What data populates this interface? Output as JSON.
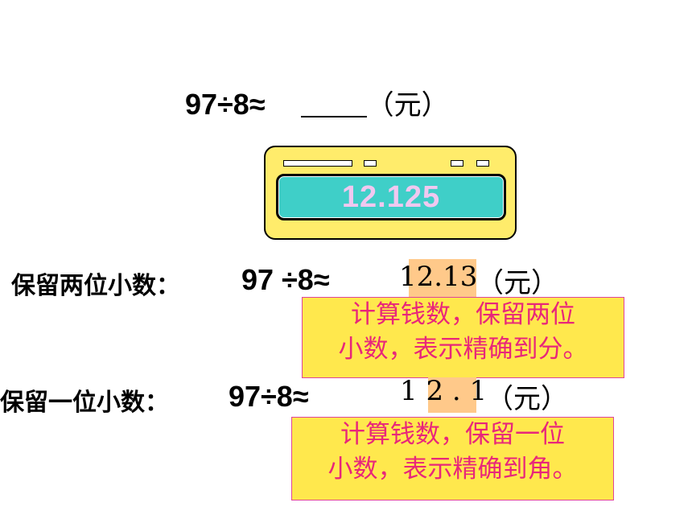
{
  "top": {
    "equation": "97÷8≈",
    "unit": "（元）"
  },
  "calculator": {
    "display": "12.125"
  },
  "row1": {
    "label": "保留两位小数：",
    "equation": "97 ÷8≈",
    "answer": "12.13",
    "unit": "（元）",
    "note_line1": "计算钱数，保留两位",
    "note_line2": "小数，表示精确到分。"
  },
  "row2": {
    "label": "保留一位小数：",
    "equation": "97÷8≈",
    "answer": "1 2 . 1",
    "unit": "（元）",
    "note_line1": "计算钱数，保留一位",
    "note_line2": "小数，表示精确到角。"
  },
  "colors": {
    "calculator_body": "#ffec6b",
    "screen": "#3fcfc8",
    "screen_text": "#f0c8f0",
    "note_bg": "#ffe84d",
    "note_text": "#e8267a",
    "highlight": "#ffc98a"
  }
}
